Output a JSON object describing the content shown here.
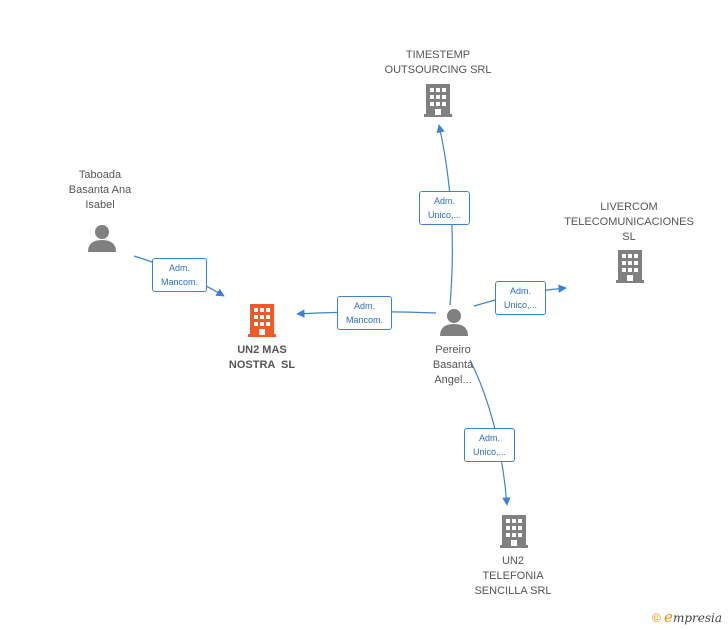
{
  "nodes": {
    "un2_mas_nostra": {
      "label_lines": [
        "UN2 MAS",
        "NOSTRA  SL"
      ],
      "type": "company",
      "highlight": true
    },
    "timestemp": {
      "label_lines": [
        "TIMESTEMP",
        "OUTSOURCING SRL"
      ],
      "type": "company"
    },
    "livercom": {
      "label_lines": [
        "LIVERCOM",
        "TELECOMUNICACIONES",
        "SL"
      ],
      "type": "company"
    },
    "un2_telefonia": {
      "label_lines": [
        "UN2",
        "TELEFONIA",
        "SENCILLA SRL"
      ],
      "type": "company"
    },
    "taboada": {
      "label_lines": [
        "Taboada",
        "Basanta Ana",
        "Isabel"
      ],
      "type": "person"
    },
    "pereiro": {
      "label_lines": [
        "Pereiro",
        "Basanta",
        "Angel..."
      ],
      "type": "person"
    }
  },
  "edges": {
    "taboada_un2": {
      "line1": "Adm.",
      "line2": "Mancom."
    },
    "pereiro_un2": {
      "line1": "Adm.",
      "line2": "Mancom."
    },
    "pereiro_timestemp": {
      "line1": "Adm.",
      "line2": "Unico,..."
    },
    "pereiro_livercom": {
      "line1": "Adm.",
      "line2": "Unico,..."
    },
    "pereiro_telefonia": {
      "line1": "Adm.",
      "line2": "Unico,..."
    }
  },
  "colors": {
    "edge": "#3b82d6",
    "company": "#808080",
    "company_highlight": "#f05a28",
    "person": "#808080"
  },
  "brand": {
    "copyright": "©",
    "e": "e",
    "rest": "mpresia"
  }
}
